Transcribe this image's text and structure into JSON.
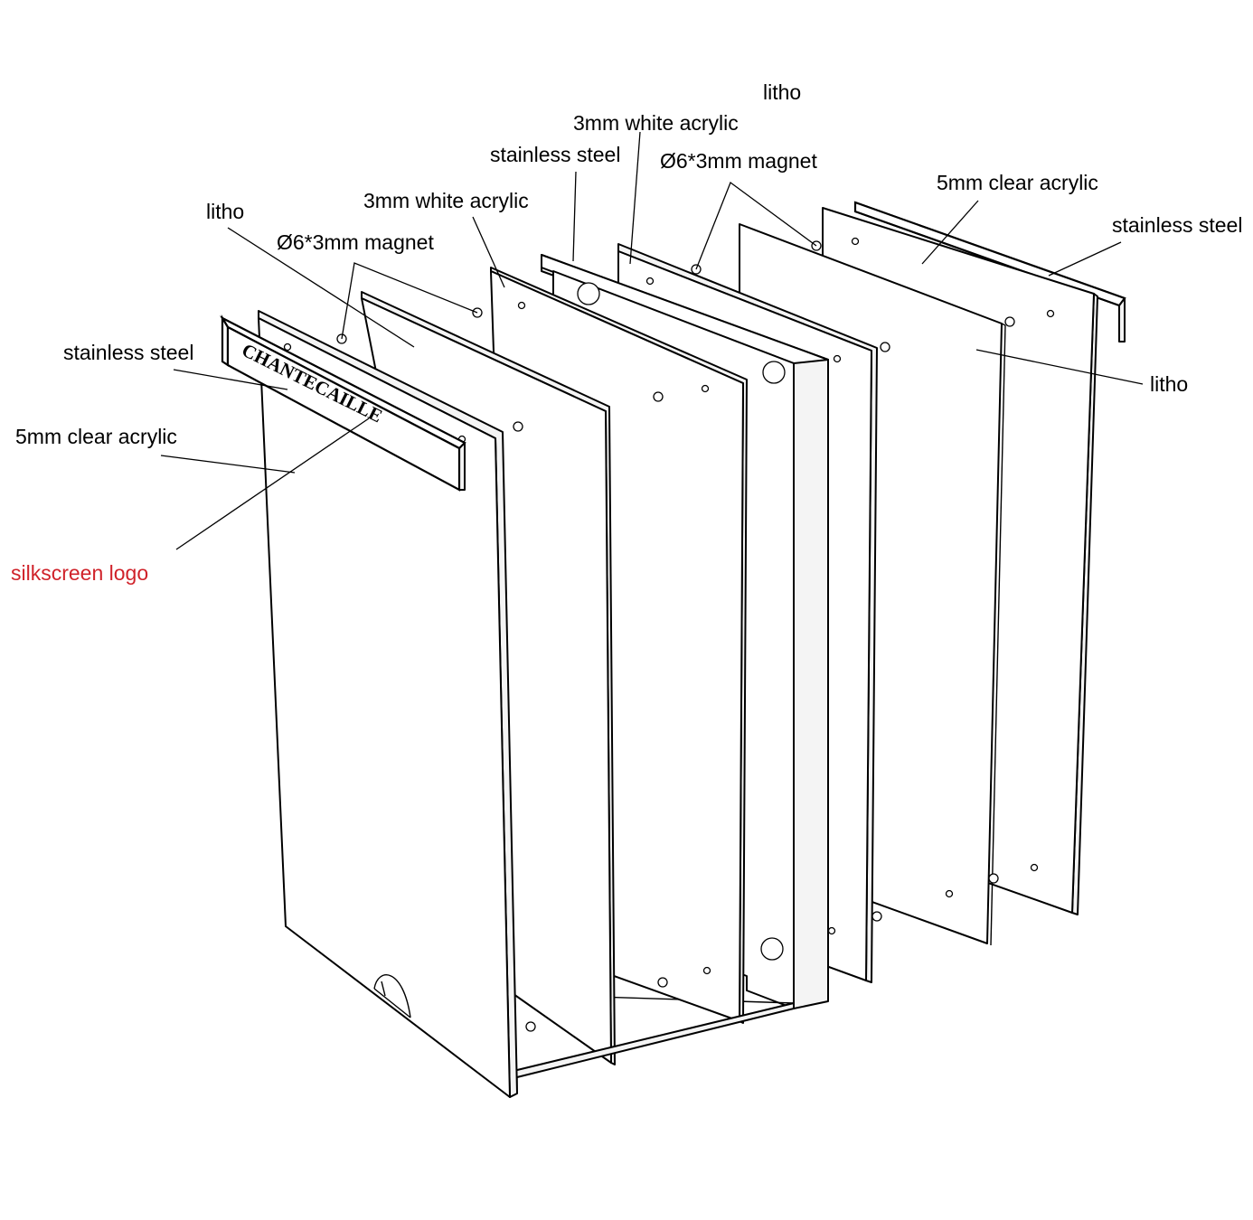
{
  "logo_text": "CHANTECAILLE",
  "colors": {
    "line": "#000000",
    "background": "#ffffff",
    "highlight_label": "#d0222a"
  },
  "labels": {
    "litho_top": "litho",
    "white_acrylic_top": "3mm white acrylic",
    "stainless_steel_mid": "stainless steel",
    "magnet_top": "Ø6*3mm magnet",
    "clear_acrylic_top": "5mm clear acrylic",
    "stainless_steel_right": "stainless steel",
    "white_acrylic_left": "3mm white acrylic",
    "litho_left": "litho",
    "magnet_left": "Ø6*3mm magnet",
    "stainless_steel_left": "stainless steel",
    "clear_acrylic_left": "5mm clear acrylic",
    "litho_right": "litho",
    "silkscreen_logo": "silkscreen logo"
  }
}
